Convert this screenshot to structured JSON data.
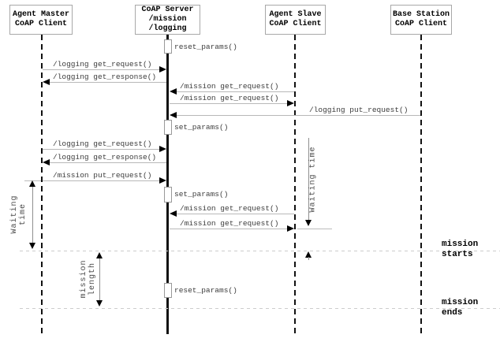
{
  "diagram_type": "uml-sequence-diagram",
  "actors": [
    {
      "id": "agent-master",
      "title": "Agent Master\nCoAP Client"
    },
    {
      "id": "coap-server",
      "title": "CoAP Server\n/mission\n/logging"
    },
    {
      "id": "agent-slave",
      "title": "Agent Slave\nCoAP Client"
    },
    {
      "id": "base-station",
      "title": "Base Station\nCoAP Client"
    }
  ],
  "self_calls": [
    {
      "label": "reset_params()",
      "actor": "coap-server"
    },
    {
      "label": "set_params()",
      "actor": "coap-server"
    },
    {
      "label": "set_params()",
      "actor": "coap-server"
    },
    {
      "label": "reset_params()",
      "actor": "coap-server"
    }
  ],
  "messages": [
    {
      "label": "/logging get_request()",
      "from": "agent-master",
      "to": "coap-server"
    },
    {
      "label": "/logging get_response()",
      "from": "coap-server",
      "to": "agent-master"
    },
    {
      "label": "/mission get_request()",
      "from": "agent-slave",
      "to": "coap-server"
    },
    {
      "label": "/mission get_request()",
      "from": "coap-server",
      "to": "agent-slave"
    },
    {
      "label": "/logging put_request()",
      "from": "base-station",
      "to": "coap-server"
    },
    {
      "label": "/logging get_request()",
      "from": "agent-master",
      "to": "coap-server"
    },
    {
      "label": "/logging get_response()",
      "from": "coap-server",
      "to": "agent-master"
    },
    {
      "label": "/mission put_request()",
      "from": "agent-master",
      "to": "coap-server"
    },
    {
      "label": "/mission get_request()",
      "from": "agent-slave",
      "to": "coap-server"
    },
    {
      "label": "/mission get_request()",
      "from": "coap-server",
      "to": "agent-slave"
    }
  ],
  "annotations": {
    "waiting_master": "Waiting\ntime",
    "waiting_slave": "Waiting time",
    "mission_length": "mission\nlength"
  },
  "milestones": [
    {
      "label": "mission\nstarts"
    },
    {
      "label": "mission\nends"
    }
  ]
}
